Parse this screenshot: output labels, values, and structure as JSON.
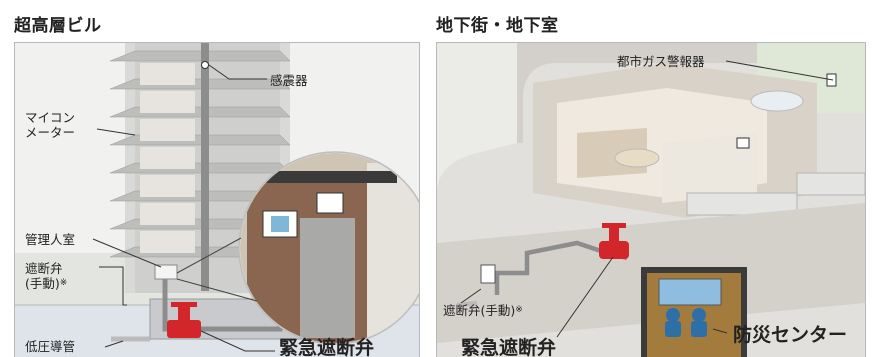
{
  "left_panel": {
    "title": "超高層ビル",
    "labels": {
      "seismometer": "感震器",
      "microcomputer_meter_line1": "マイコン",
      "microcomputer_meter_line2": "メーター",
      "management_room": "管理人室",
      "shutoff_valve_manual_line1": "遮断弁",
      "shutoff_valve_manual_line2": "(手動)",
      "note_mark": "※",
      "low_pressure_pipe": "低圧導管",
      "emergency_shutoff_valve": "緊急遮断弁"
    }
  },
  "right_panel": {
    "title": "地下街・地下室",
    "labels": {
      "gas_alarm": "都市ガス警報器",
      "shutoff_valve_manual": "遮断弁(手動)",
      "note_mark": "※",
      "emergency_shutoff_valve": "緊急遮断弁",
      "disaster_center": "防災センター"
    }
  },
  "colors": {
    "valve_red": "#d2262b",
    "pipe_gray": "#8d8d8d",
    "building_dark": "#3a3a3a",
    "wall_tan": "#c9bfb0"
  }
}
